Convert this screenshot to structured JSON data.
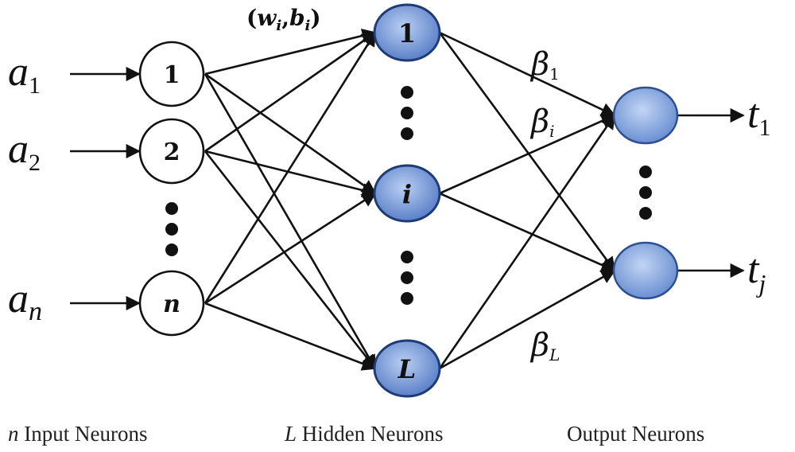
{
  "diagram": {
    "inputs": [
      {
        "var": "a",
        "sub": "1",
        "node": "1"
      },
      {
        "var": "a",
        "sub": "2",
        "node": "2"
      },
      {
        "var": "a",
        "sub": "n",
        "node": "n"
      }
    ],
    "hidden": [
      {
        "label": "1"
      },
      {
        "label": "i"
      },
      {
        "label": "L"
      }
    ],
    "outputs": [
      {
        "var": "t",
        "sub": "1"
      },
      {
        "var": "t",
        "sub": "j"
      }
    ],
    "weight_label": {
      "open": "(",
      "w": "w",
      "w_sub": "i",
      "comma": ",",
      "b": "b",
      "b_sub": "i",
      "close": ")"
    },
    "beta_labels": [
      {
        "sym": "β",
        "sub": "1"
      },
      {
        "sym": "β",
        "sub": "i"
      },
      {
        "sym": "β",
        "sub": "L"
      }
    ],
    "captions": {
      "input_prefix": "n",
      "input_rest": " Input Neurons",
      "hidden_prefix": "L",
      "hidden_rest": " Hidden Neurons",
      "output": "Output Neurons"
    },
    "colors": {
      "hidden_fill_center": "#a9c2ec",
      "hidden_fill_edge": "#5b80c8",
      "output_fill_center": "#b4caef",
      "output_fill_edge": "#6a8fd2",
      "line": "#111111"
    }
  }
}
